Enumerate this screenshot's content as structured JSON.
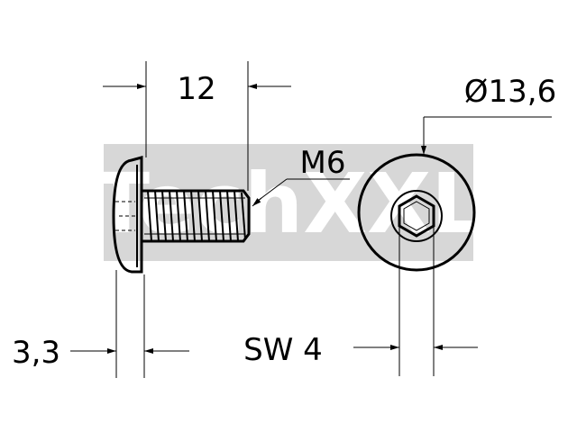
{
  "dimensions": {
    "length": "12",
    "thread": "M6",
    "head_diameter": "Ø13,6",
    "head_height": "3,3",
    "hex_socket": "SW 4"
  },
  "watermark": {
    "text": "TechXXL"
  },
  "colors": {
    "ink": "#000000",
    "watermark": "#d7d7d7"
  }
}
